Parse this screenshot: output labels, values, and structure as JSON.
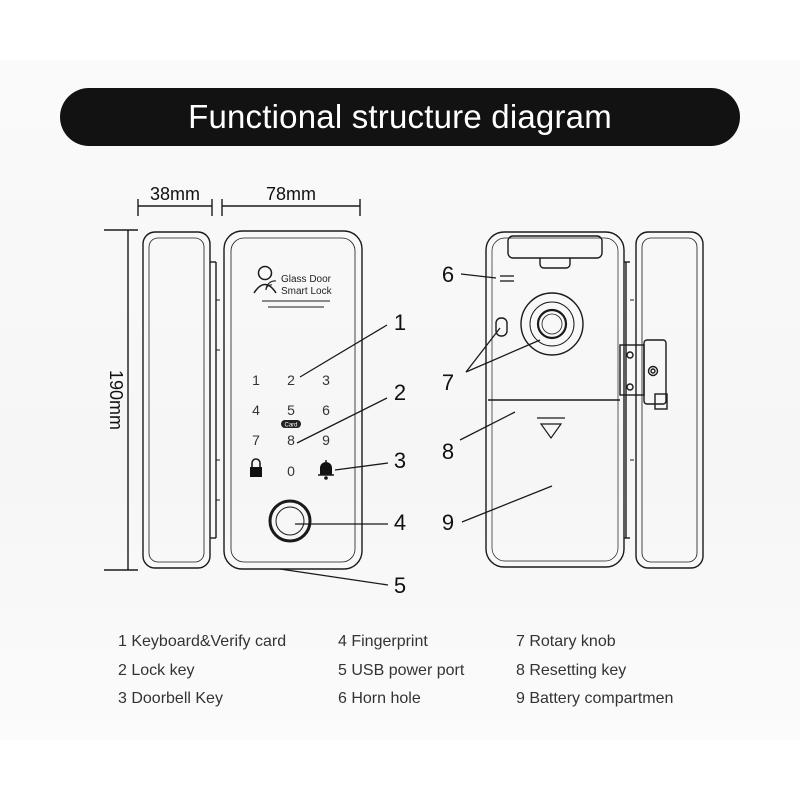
{
  "title": "Functional structure diagram",
  "dimensions": {
    "depth": "38mm",
    "width": "78mm",
    "height": "190mm"
  },
  "device_label": {
    "line1": "Glass Door",
    "line2": "Smart Lock"
  },
  "keypad": {
    "keys": [
      "1",
      "2",
      "3",
      "4",
      "5",
      "6",
      "7",
      "8",
      "9",
      "0"
    ],
    "card_label": "Card"
  },
  "callouts": [
    "1",
    "2",
    "3",
    "4",
    "5",
    "6",
    "7",
    "7",
    "8",
    "9"
  ],
  "legend": [
    "1 Keyboard&Verify card",
    "2 Lock key",
    "3 Doorbell Key",
    "4 Fingerprint",
    "5 USB power port",
    "6 Horn hole",
    "7 Rotary knob",
    "8 Resetting key",
    "9 Battery compartmen"
  ]
}
